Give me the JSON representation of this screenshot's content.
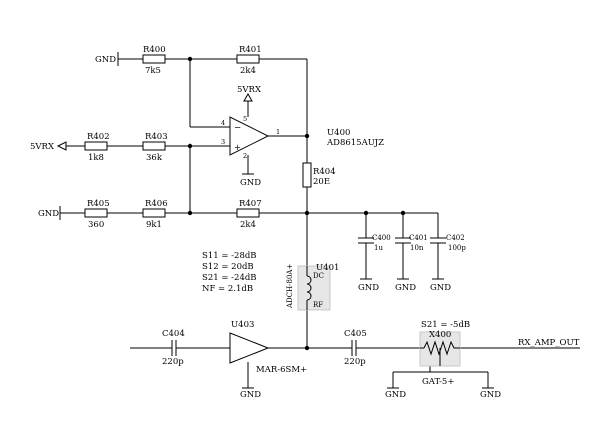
{
  "nets": {
    "gnd": "GND",
    "vcc": "5VRX",
    "rx_out": "RX_AMP_OUT"
  },
  "resistors": {
    "r400": {
      "ref": "R400",
      "value": "7k5"
    },
    "r401": {
      "ref": "R401",
      "value": "2k4"
    },
    "r402": {
      "ref": "R402",
      "value": "1k8"
    },
    "r403": {
      "ref": "R403",
      "value": "36k"
    },
    "r404": {
      "ref": "R404",
      "value": "20E"
    },
    "r405": {
      "ref": "R405",
      "value": "360"
    },
    "r406": {
      "ref": "R406",
      "value": "9k1"
    },
    "r407": {
      "ref": "R407",
      "value": "2k4"
    }
  },
  "capacitors": {
    "c400": {
      "ref": "C400",
      "value": "1u"
    },
    "c401": {
      "ref": "C401",
      "value": "10n"
    },
    "c402": {
      "ref": "C402",
      "value": "100p"
    },
    "c404": {
      "ref": "C404",
      "value": "220p"
    },
    "c405": {
      "ref": "C405",
      "value": "220p"
    }
  },
  "opamp": {
    "ref": "U400",
    "part": "AD8615AUJZ",
    "pins": {
      "inv": "4",
      "noninv": "3",
      "out": "1",
      "vpos": "5",
      "vneg": "2",
      "minus": "−",
      "plus": "+"
    }
  },
  "choke": {
    "ref": "U401",
    "part": "ADCH-80A+",
    "pin_dc": "DC",
    "pin_rf": "RF"
  },
  "amplifier": {
    "ref": "U403",
    "part": "MAR-6SM+",
    "specs": [
      "S11 = -28dB",
      "S12 = 20dB",
      "S21 = -24dB",
      "NF = 2.1dB"
    ]
  },
  "attenuator": {
    "ref": "X400",
    "part": "GAT-5+",
    "spec": "S21 = -5dB"
  }
}
